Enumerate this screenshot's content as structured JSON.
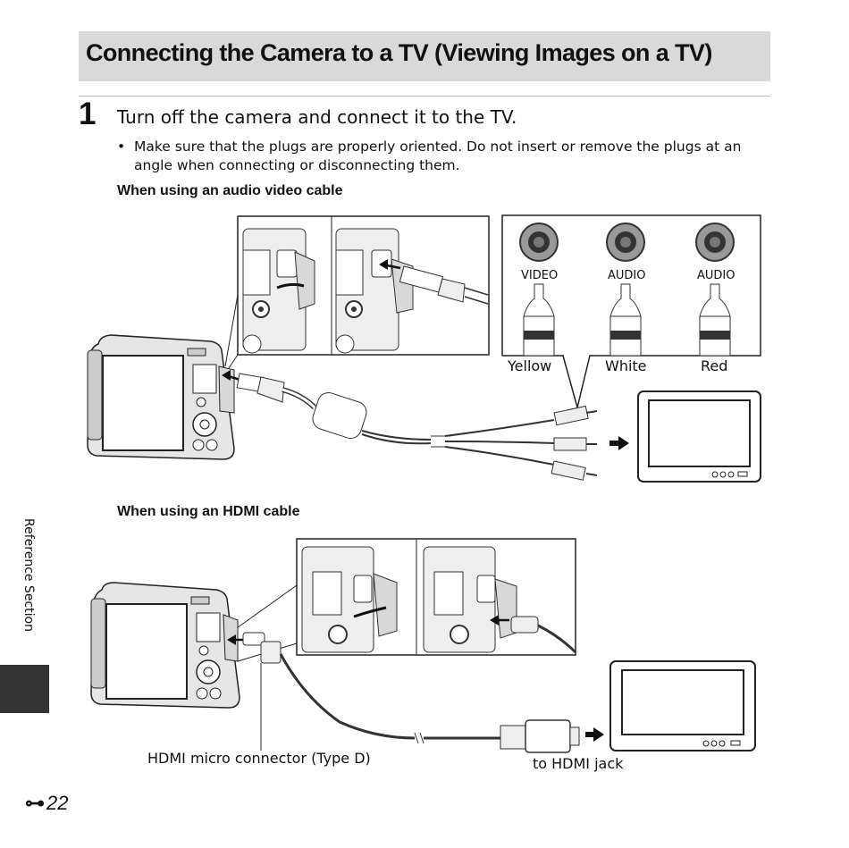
{
  "page": {
    "title": "Connecting the Camera to a TV (Viewing Images on a TV)",
    "step": {
      "number": "1",
      "text": "Turn off the camera and connect it to the TV.",
      "bullet": "Make sure that the plugs are properly oriented. Do not insert or remove the plugs at an angle when connecting or disconnecting them."
    },
    "section_av": {
      "heading": "When using an audio video cable",
      "jack_labels": [
        "VIDEO",
        "AUDIO",
        "AUDIO"
      ],
      "color_labels": [
        "Yellow",
        "White",
        "Red"
      ]
    },
    "section_hdmi": {
      "heading": "When using an HDMI cable",
      "connector_label": "HDMI micro connector (Type D)",
      "jack_label": "to HDMI jack"
    },
    "sidebar": {
      "label": "Reference Section"
    },
    "footer": {
      "page_icon": "⊶",
      "page_number": "22"
    }
  }
}
